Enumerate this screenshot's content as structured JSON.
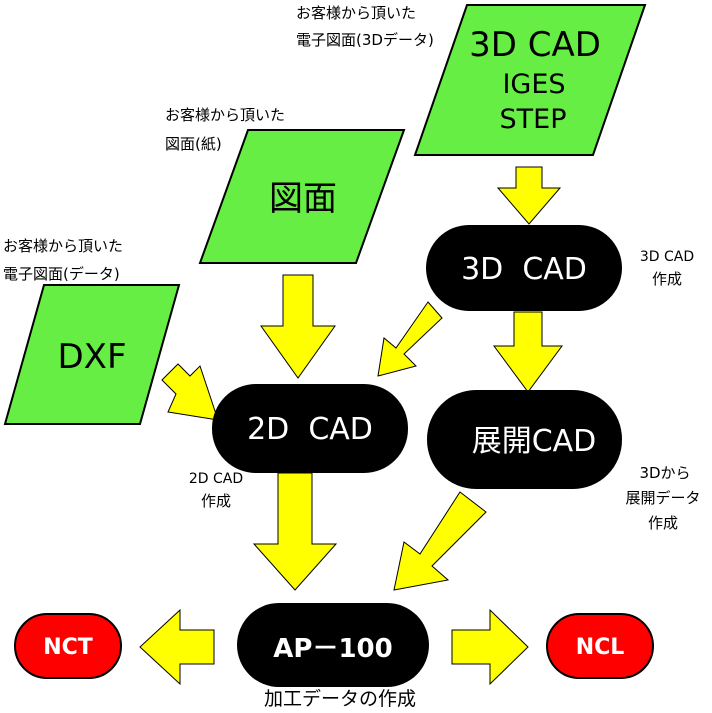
{
  "colors": {
    "input_fill": "#66ee44",
    "process_fill": "#000000",
    "arrow_fill": "#ffff00",
    "output_fill": "#ff0000"
  },
  "inputs": {
    "cad3d": {
      "annotation_line1": "お客様から頂いた",
      "annotation_line2": "電子図面(3Dデータ)",
      "line1": "3D CAD",
      "line2": "IGES",
      "line3": "STEP"
    },
    "drawing": {
      "annotation_line1": "お客様から頂いた",
      "annotation_line2": "図面(紙)",
      "label": "図面"
    },
    "dxf": {
      "annotation_line1": "お客様から頂いた",
      "annotation_line2": "電子図面(データ)",
      "label": "DXF"
    }
  },
  "processes": {
    "cad3d": {
      "label": "3D  CAD",
      "note_line1": "3D CAD",
      "note_line2": "作成"
    },
    "cad2d": {
      "label": "2D  CAD",
      "note_line1": "2D CAD",
      "note_line2": "作成"
    },
    "unfold": {
      "label": "展開CAD",
      "note_line1": "3Dから",
      "note_line2": "展開データ",
      "note_line3": "作成"
    },
    "ap100": {
      "label": "AP－100",
      "note": "加工データの作成"
    }
  },
  "outputs": {
    "nct": {
      "label": "NCT"
    },
    "ncl": {
      "label": "NCL"
    }
  }
}
